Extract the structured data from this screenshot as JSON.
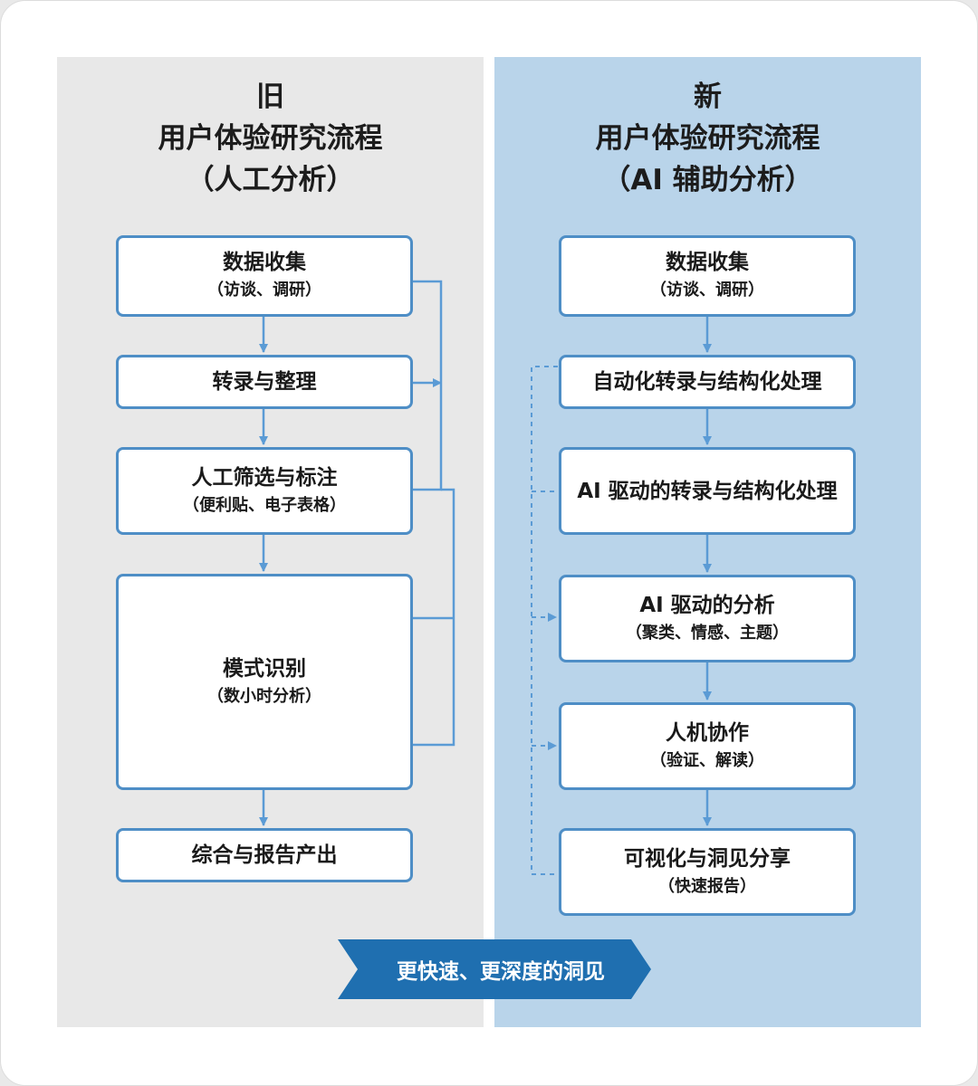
{
  "colors": {
    "old_panel": "#e8e8e8",
    "new_panel": "#b9d4ea",
    "box_border": "#4e8ec6",
    "arrow": "#5b9bd5",
    "banner": "#1f6fb0"
  },
  "old": {
    "title": [
      "旧",
      "用户体验研究流程",
      "（人工分析）"
    ],
    "steps": [
      {
        "main": "数据收集",
        "sub": "（访谈、调研）"
      },
      {
        "main": "转录与整理",
        "sub": ""
      },
      {
        "main": "人工筛选与标注",
        "sub": "（便利贴、电子表格）"
      },
      {
        "main": "模式识别",
        "sub": "（数小时分析）"
      },
      {
        "main": "综合与报告产出",
        "sub": ""
      }
    ]
  },
  "new": {
    "title": [
      "新",
      "用户体验研究流程",
      "（AI 辅助分析）"
    ],
    "steps": [
      {
        "main": "数据收集",
        "sub": "（访谈、调研）"
      },
      {
        "main": "自动化转录与结构化处理",
        "sub": ""
      },
      {
        "main": "AI 驱动的转录与结构化处理",
        "sub": ""
      },
      {
        "main": "AI 驱动的分析",
        "sub": "（聚类、情感、主题）"
      },
      {
        "main": "人机协作",
        "sub": "（验证、解读）"
      },
      {
        "main": "可视化与洞见分享",
        "sub": "（快速报告）"
      }
    ]
  },
  "banner": {
    "label": "更快速、更深度的洞见"
  }
}
